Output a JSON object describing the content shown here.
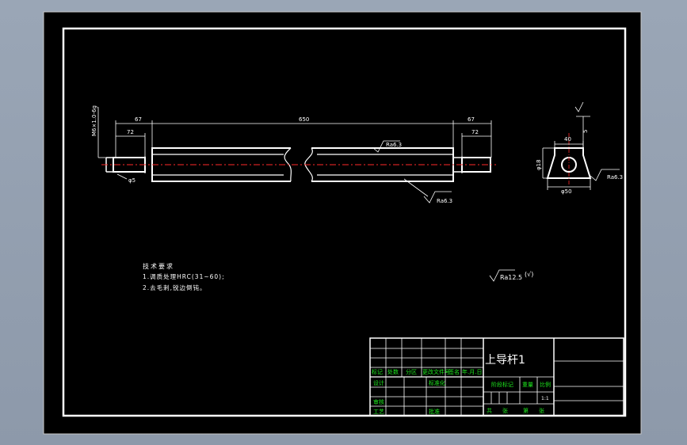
{
  "main_part": {
    "dimensions": {
      "dim_top_left": "67",
      "dim_total_length": "650",
      "dim_top_right": "67",
      "dim_left_short": "72",
      "dim_right_short": "72",
      "dim_left_end_dia": "φ5",
      "dim_thread": "M6×1.0-6g"
    },
    "roughness": {
      "rough_top": "Ra6.3",
      "rough_bottom": "Ra6.3"
    }
  },
  "section_view": {
    "dim_width": "40",
    "dim_height": "5",
    "dim_tolerance": "φ18",
    "dim_bore": "φ50",
    "rough_right": "Ra6.3"
  },
  "notes": {
    "title": "技术要求",
    "line1": "1.调质处理HRC(31~60);",
    "line2": "2.去毛刺,锐边倒钝。"
  },
  "general_roughness": {
    "value": "Ra12.5",
    "paren": "(√)"
  },
  "title_block": {
    "part_name": "上导杆1",
    "scale": "1:1",
    "headers": [
      "标记",
      "处数",
      "分区",
      "更改文件号",
      "签名",
      "年.月.日"
    ],
    "design": "设计",
    "standardize": "标准化",
    "review": "审核",
    "process": "工艺",
    "approve": "批准",
    "stage_mark": "阶段标记",
    "weight": "重量",
    "scale_label": "比例",
    "sheet_total": "共",
    "sheet_total_unit": "张",
    "sheet_no": "第",
    "sheet_no_unit": "张"
  }
}
